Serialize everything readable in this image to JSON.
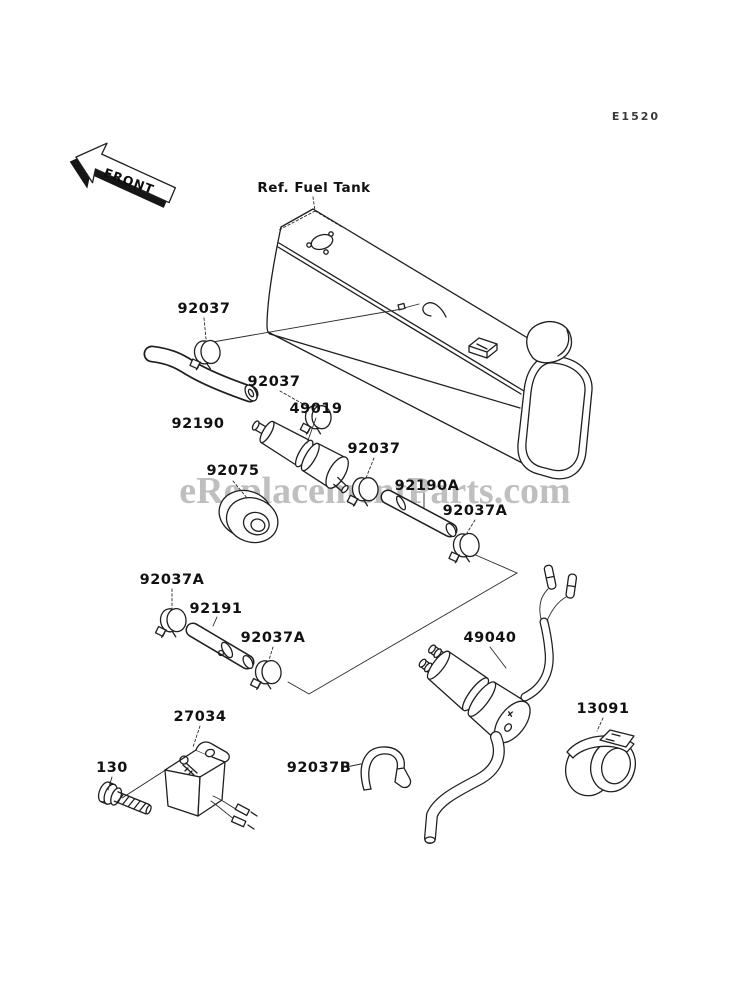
{
  "page": {
    "diagram_code": "E1520",
    "watermark": "eReplacementParts.com",
    "front_arrow_label": "FRONT",
    "fuel_tank_ref_label": "Ref. Fuel Tank",
    "line_color": "#1f1f1f",
    "watermark_color": "#b0b0b0",
    "background_color": "#ffffff"
  },
  "callouts": [
    {
      "part": "92037"
    },
    {
      "part": "92037"
    },
    {
      "part": "92190"
    },
    {
      "part": "49019"
    },
    {
      "part": "92075"
    },
    {
      "part": "92037"
    },
    {
      "part": "92190A"
    },
    {
      "part": "92037A"
    },
    {
      "part": "92037A"
    },
    {
      "part": "92191"
    },
    {
      "part": "92037A"
    },
    {
      "part": "27034"
    },
    {
      "part": "130"
    },
    {
      "part": "92037B"
    },
    {
      "part": "49040"
    },
    {
      "part": "13091"
    }
  ]
}
